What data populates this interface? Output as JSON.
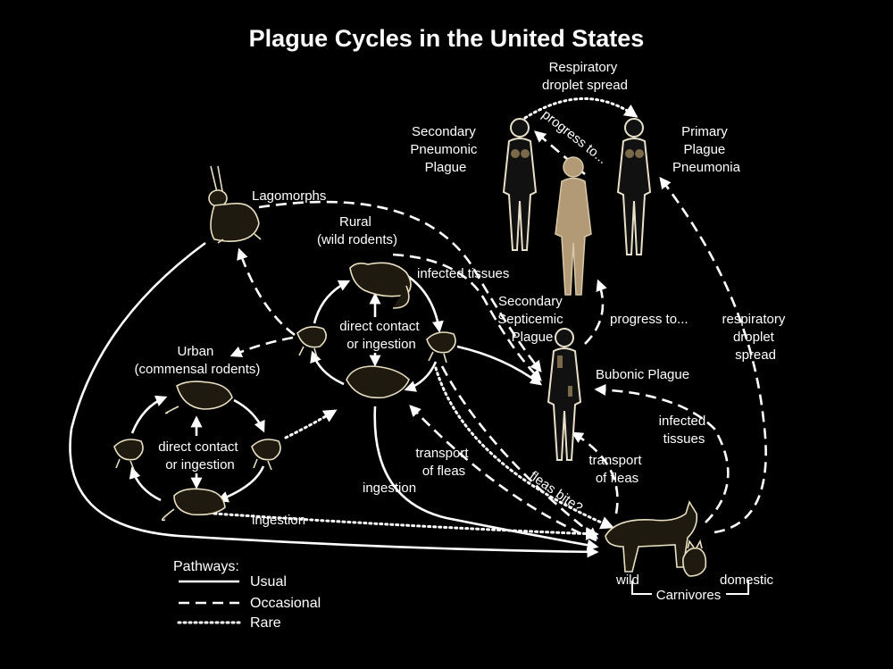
{
  "title": "Plague Cycles in the United States",
  "labels": {
    "respiratory_droplet_top": [
      "Respiratory",
      "droplet spread"
    ],
    "secondary_pneumonic": [
      "Secondary",
      "Pneumonic",
      "Plague"
    ],
    "primary_plague_pneumonia": [
      "Primary",
      "Plague",
      "Pneumonia"
    ],
    "progress_to_diag": "progress to...",
    "lagomorphs": "Lagomorphs",
    "rural": [
      "Rural",
      "(wild rodents)"
    ],
    "infected_tissues_upper": "infected tissues",
    "secondary_septicemic": [
      "Secondary",
      "Septicemic",
      "Plague"
    ],
    "progress_to_right": "progress to...",
    "respiratory_droplet_right": [
      "respiratory",
      "droplet",
      "spread"
    ],
    "direct_contact_rural": [
      "direct contact",
      "or ingestion"
    ],
    "urban": [
      "Urban",
      "(commensal rodents)"
    ],
    "bubonic_plague": "Bubonic Plague",
    "infected_tissues_lower": [
      "infected",
      "tissues"
    ],
    "direct_contact_urban": [
      "direct contact",
      "or ingestion"
    ],
    "transport_fleas_left": [
      "transport",
      "of fleas"
    ],
    "transport_fleas_right": [
      "transport",
      "of fleas"
    ],
    "ingestion_center": "ingestion",
    "fleas_bite": "fleas bite?",
    "ingestion_bottom": "ingestion",
    "wild": "wild",
    "domestic": "domestic",
    "carnivores": "Carnivores"
  },
  "legend": {
    "title": "Pathways:",
    "items": [
      {
        "style": "usual",
        "label": "Usual"
      },
      {
        "style": "occasional",
        "label": "Occasional"
      },
      {
        "style": "rare",
        "label": "Rare"
      }
    ]
  }
}
